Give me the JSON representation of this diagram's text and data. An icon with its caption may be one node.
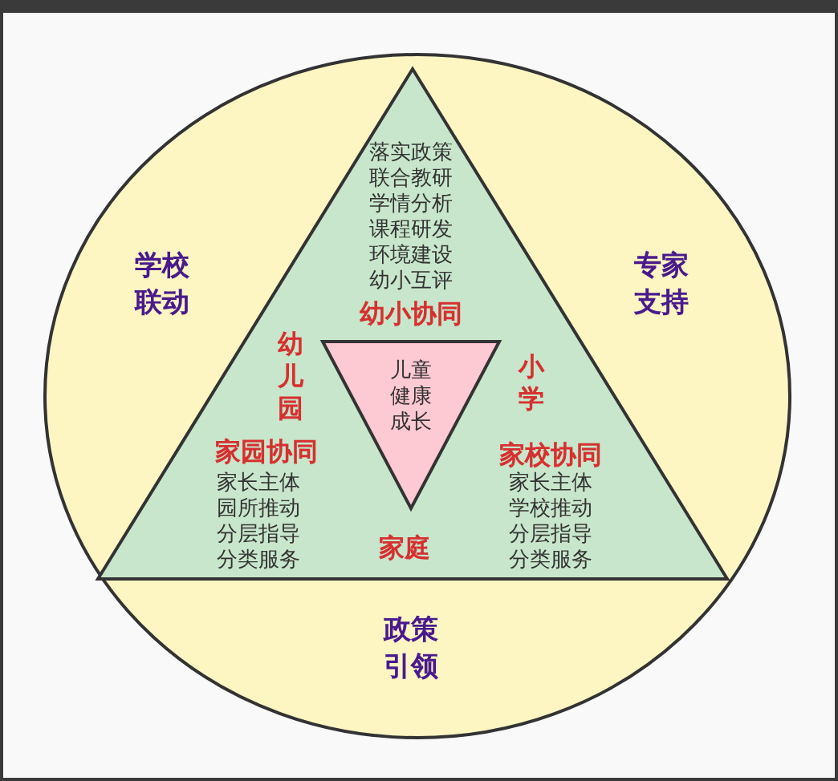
{
  "diagram": {
    "nodes": [
      {
        "text": [
          "学校联动",
          "专家支持",
          "政策引领"
        ]
      },
      {
        "text": [
          "落实政策",
          "联合教研",
          "学情分析",
          "课程研发",
          "环境建设",
          "幼小互评",
          "幼小协同",
          "幼儿园",
          "小学",
          "家园协同",
          "家长主体",
          "园所推动",
          "分层指导",
          "分类服务",
          "家庭",
          "家校协同",
          "家长主体",
          "学校推动",
          "分层指导",
          "分类服务"
        ],
        "in": 0
      },
      {
        "text": [
          "儿童健康成长"
        ],
        "in": 1
      }
    ],
    "edges": []
  }
}
